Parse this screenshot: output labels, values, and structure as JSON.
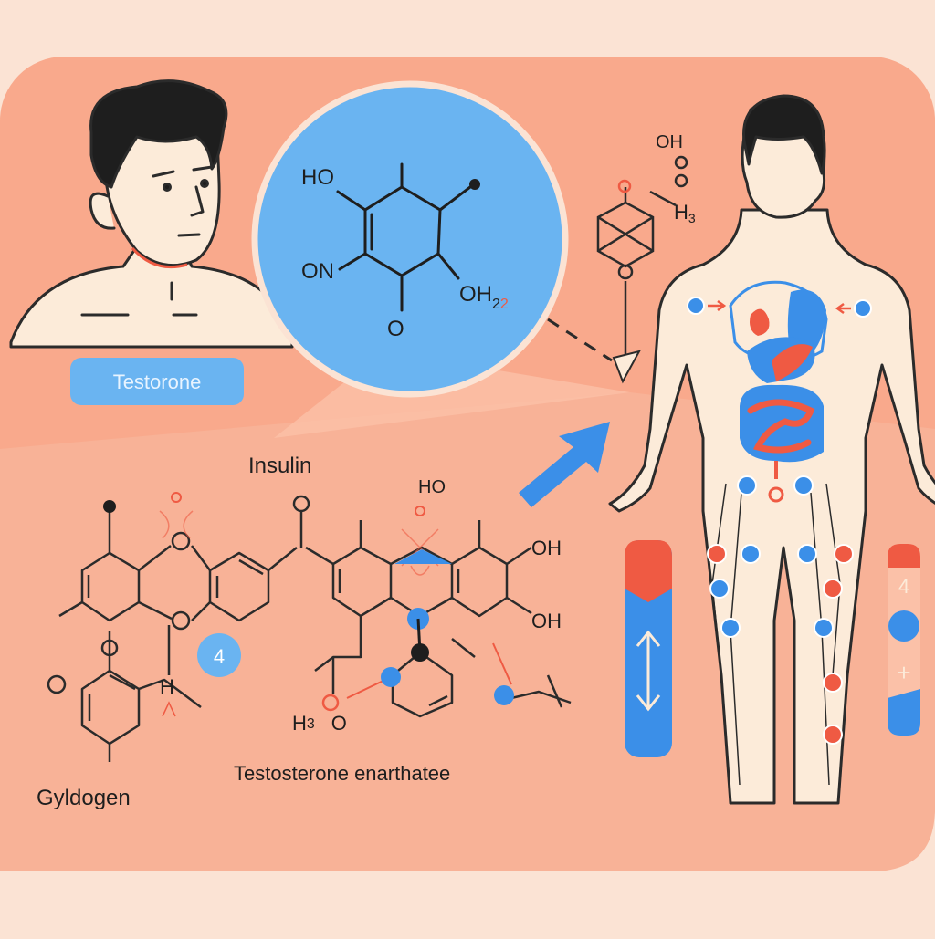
{
  "labels": {
    "testorone_badge": "Testorone",
    "insulin": "Insulin",
    "gyldogen": "Gyldogen",
    "testosterone_enanthate": "Testosterone enarthatee",
    "badge_number": "4",
    "right_bar_number": "4",
    "right_bar_plus": "+"
  },
  "molecule_circle": {
    "ho": "HO",
    "on": "ON",
    "o": "O",
    "oh": "OH",
    "subscript": "2",
    "sub_suffix": "2"
  },
  "small_molecule": {
    "oh_top": "OH",
    "h_sub": "H",
    "sub": "3"
  },
  "chain": {
    "ho": "HO",
    "oh_upper": "OH",
    "oh_lower": "OH",
    "h": "H",
    "h3o_h": "H",
    "h3o_sub": "3",
    "h3o_o": "O",
    "o_left_ring": "O",
    "o_left_ring2": "O",
    "o_top_ketone": "O"
  },
  "colors": {
    "background": "#fbe3d4",
    "panel": "#f9a98c",
    "lower_panel": "#f8b297",
    "blue": "#3b8fe8",
    "light_blue": "#6ab4f1",
    "red": "#ef5a43",
    "skin": "#fcebd9",
    "outline": "#2b2b2b"
  }
}
